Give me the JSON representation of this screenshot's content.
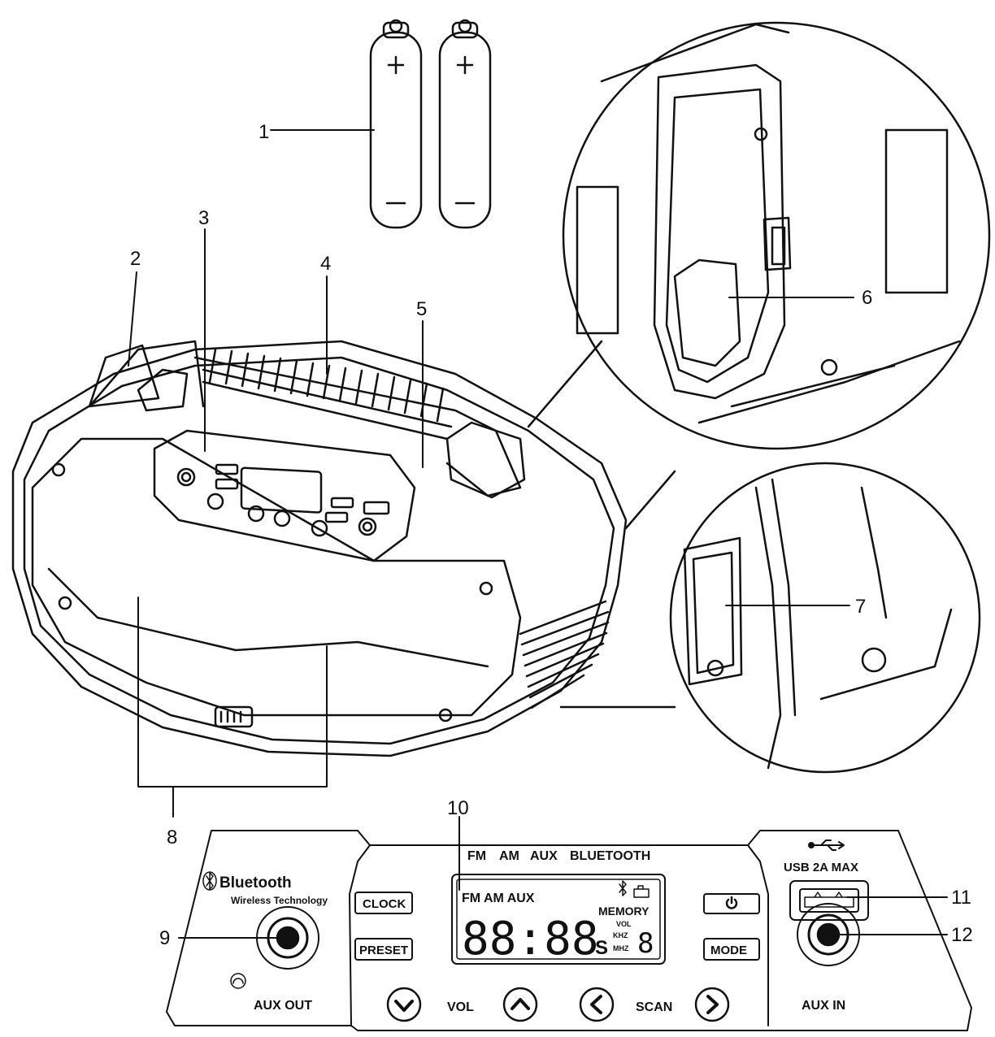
{
  "callouts": [
    "1",
    "2",
    "3",
    "4",
    "5",
    "6",
    "7",
    "8",
    "9",
    "10",
    "11",
    "12"
  ],
  "panel": {
    "bluetooth_logo": "Bluetooth",
    "bluetooth_sub": "Wireless Technology",
    "aux_out": "AUX OUT",
    "clock": "CLOCK",
    "preset": "PRESET",
    "mode": "MODE",
    "vol": "VOL",
    "scan": "SCAN",
    "top_labels": [
      "FM",
      "AM",
      "AUX",
      "BLUETOOTH"
    ],
    "usb": "USB 2A MAX",
    "aux_in": "AUX IN",
    "display": {
      "modes": "FM AM AUX",
      "digits": "88:88",
      "memory": "MEMORY",
      "vol": "VOL",
      "khz": "KHZ",
      "mhz": "MHZ",
      "digit_small": "8",
      "s": "S"
    }
  },
  "icons": [
    "battery-icon",
    "bluetooth-icon",
    "usb-icon",
    "power-icon",
    "headphone-icon"
  ]
}
